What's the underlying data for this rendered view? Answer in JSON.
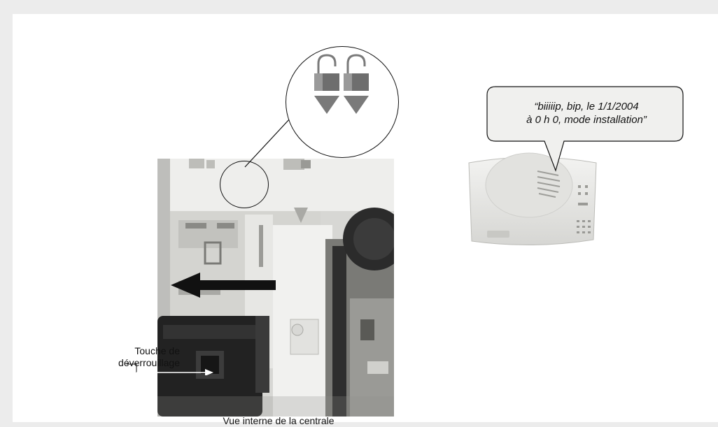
{
  "speech_bubble": {
    "line1": "“biiiiip, bip, le 1/1/2004",
    "line2": "à 0 h 0, mode installation”"
  },
  "unlock_key_label": {
    "line1": "Touche de",
    "line2": "déverrouillage"
  },
  "photo_caption": "Vue interne de la centrale",
  "colors": {
    "background": "#ececec",
    "page": "#ffffff",
    "device_body": "#e9e9e7",
    "arrow": "#111111"
  },
  "icons": [
    "padlock-icon",
    "padlock-icon",
    "arrow-left-icon"
  ]
}
